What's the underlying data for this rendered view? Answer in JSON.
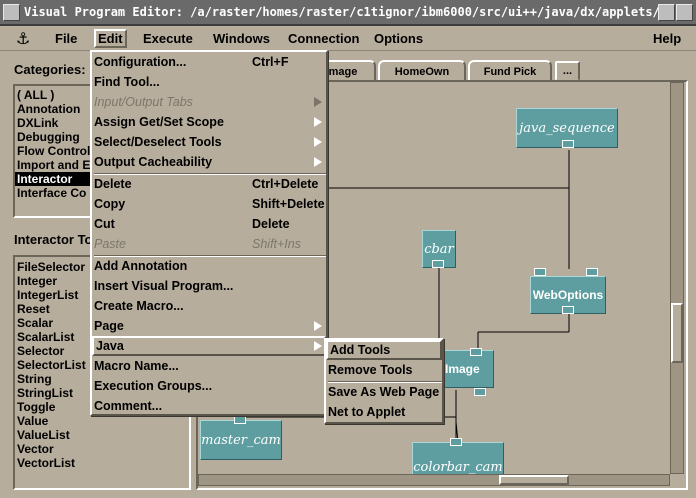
{
  "window": {
    "title": "Visual Program Editor: /a/raster/homes/raster/c1tignor/ibm6000/src/ui++/java/dx/applets/De"
  },
  "menubar": {
    "items": [
      "File",
      "Edit",
      "Execute",
      "Windows",
      "Connection",
      "Options",
      "Help"
    ],
    "active": "Edit"
  },
  "left": {
    "categories_label": "Categories:",
    "categories": [
      "( ALL )",
      "Annotation",
      "DXLink",
      "Debugging",
      "Flow Control",
      "Import and E",
      "Interactor",
      "Interface Co"
    ],
    "categories_selected": "Interactor",
    "tools_label": "Interactor To",
    "tools": [
      "FileSelector",
      "Integer",
      "IntegerList",
      "Reset",
      "Scalar",
      "ScalarList",
      "Selector",
      "SelectorList",
      "String",
      "StringList",
      "Toggle",
      "Value",
      "ValueList",
      "Vector",
      "VectorList"
    ]
  },
  "tabs": [
    "mage",
    "HomeOwn",
    "Fund Pick",
    "..."
  ],
  "nodes": {
    "java_sequence": "java_sequence",
    "cbar": "cbar",
    "webopts": "WebOptions",
    "image": "Image",
    "master_cam": "master_cam",
    "colorbar_cam": "colorbar_cam"
  },
  "edit_menu": {
    "items": [
      {
        "label": "Configuration...",
        "accel": "Ctrl+F"
      },
      {
        "label": "Find Tool...",
        "accel": ""
      },
      {
        "label": "Input/Output Tabs",
        "accel": ""
      },
      {
        "label": "Assign Get/Set Scope",
        "accel": ""
      },
      {
        "label": "Select/Deselect Tools",
        "accel": ""
      },
      {
        "label": "Output Cacheability",
        "accel": ""
      },
      {
        "label": "Delete",
        "accel": "Ctrl+Delete"
      },
      {
        "label": "Copy",
        "accel": "Shift+Delete"
      },
      {
        "label": "Cut",
        "accel": "Delete"
      },
      {
        "label": "Paste",
        "accel": "Shift+Ins"
      },
      {
        "label": "Add Annotation",
        "accel": ""
      },
      {
        "label": "Insert Visual Program...",
        "accel": ""
      },
      {
        "label": "Create Macro...",
        "accel": ""
      },
      {
        "label": "Page",
        "accel": ""
      },
      {
        "label": "Java",
        "accel": ""
      },
      {
        "label": "Macro Name...",
        "accel": ""
      },
      {
        "label": "Execution Groups...",
        "accel": ""
      },
      {
        "label": "Comment...",
        "accel": ""
      }
    ]
  },
  "java_menu": {
    "items": [
      "Add Tools",
      "Remove Tools",
      "Save As Web Page",
      "Net to Applet"
    ]
  },
  "colors": {
    "background": "#b7ad9d",
    "node": "#5f9ea0",
    "titlebar": "#6a6a6a"
  }
}
